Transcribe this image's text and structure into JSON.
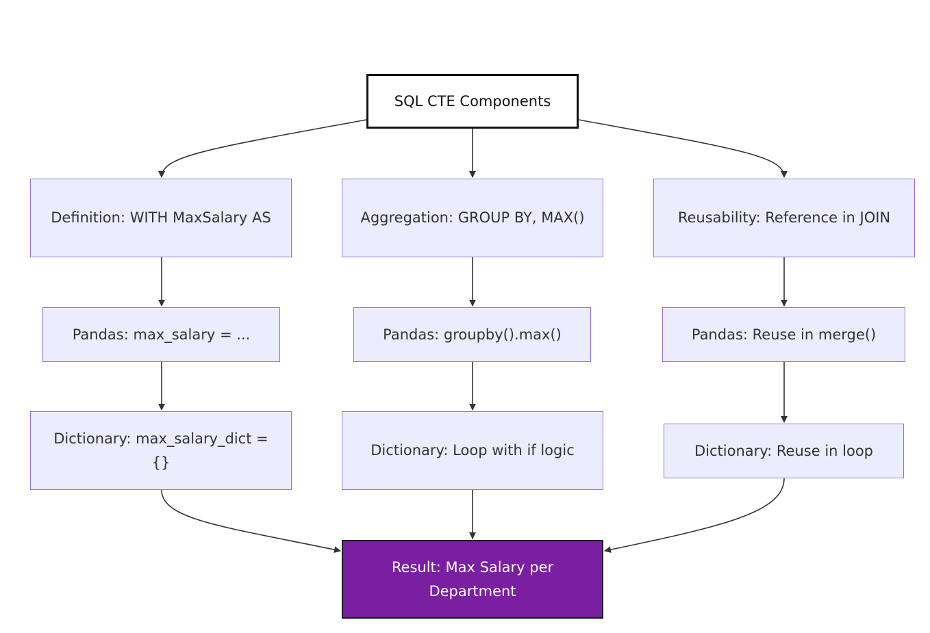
{
  "diagram": {
    "type": "flowchart",
    "direction": "top-down",
    "colors": {
      "node_fill": "#ececff",
      "node_border": "#9370db",
      "root_fill": "#ffffff",
      "root_border": "#111111",
      "result_fill": "#7b1fa2",
      "result_text": "#ffffff",
      "edge": "#333333"
    },
    "nodes": {
      "root": "SQL CTE Components",
      "definition": "Definition: WITH MaxSalary AS",
      "aggregation": "Aggregation: GROUP BY, MAX()",
      "reusability": "Reusability: Reference in JOIN",
      "pandas_definition": "Pandas: max_salary = ...",
      "pandas_aggregation": "Pandas: groupby().max()",
      "pandas_reusability": "Pandas: Reuse in merge()",
      "dict_definition": "Dictionary: max_salary_dict = {}",
      "dict_aggregation": "Dictionary: Loop with if logic",
      "dict_reusability": "Dictionary: Reuse in loop",
      "result": "Result: Max Salary per Department"
    },
    "edges": [
      [
        "root",
        "definition"
      ],
      [
        "root",
        "aggregation"
      ],
      [
        "root",
        "reusability"
      ],
      [
        "definition",
        "pandas_definition"
      ],
      [
        "aggregation",
        "pandas_aggregation"
      ],
      [
        "reusability",
        "pandas_reusability"
      ],
      [
        "pandas_definition",
        "dict_definition"
      ],
      [
        "pandas_aggregation",
        "dict_aggregation"
      ],
      [
        "pandas_reusability",
        "dict_reusability"
      ],
      [
        "dict_definition",
        "result"
      ],
      [
        "dict_aggregation",
        "result"
      ],
      [
        "dict_reusability",
        "result"
      ]
    ]
  }
}
